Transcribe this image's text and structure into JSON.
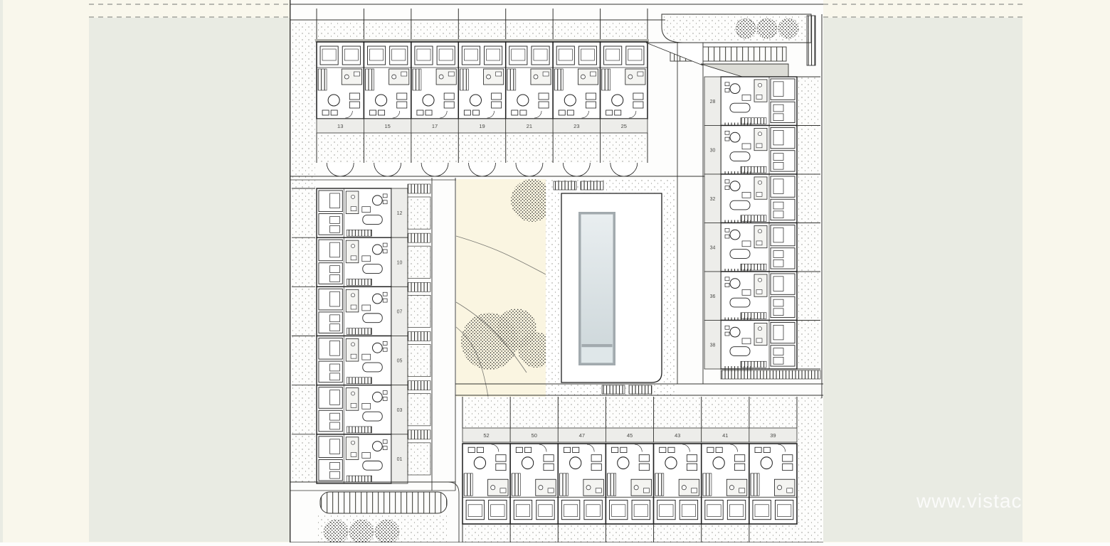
{
  "watermark": {
    "text": "www.vistaca"
  },
  "palette": {
    "background": "#f9f7ec",
    "panel": "#e9ebe3",
    "paper": "#fdfdfc",
    "ink": "#1f1f1f",
    "wall": "#333330",
    "label_strip": "#ededea",
    "label_text": "#4a4a47",
    "grey_band": "#b0b0aa",
    "pool_rim": "#a2aaae",
    "pool_water_light": "#e9eef0",
    "pool_water_dark": "#ccd6d9",
    "pool_steps": "#dfe7e9",
    "garden": "#faf5e1",
    "ramp": "#dcdcd6",
    "stipple_dot": "#8f8f89",
    "tree_dot": "#2f2f2c",
    "contour": "#7a7a74"
  },
  "plan": {
    "top_row_units": [
      "13",
      "15",
      "17",
      "19",
      "21",
      "23",
      "25"
    ],
    "right_column_units": [
      "28",
      "30",
      "32",
      "34",
      "36",
      "38"
    ],
    "left_column_units": [
      "12",
      "10",
      "07",
      "05",
      "03",
      "01"
    ],
    "bottom_row_units": [
      "52",
      "50",
      "47",
      "45",
      "43",
      "41",
      "39"
    ]
  }
}
